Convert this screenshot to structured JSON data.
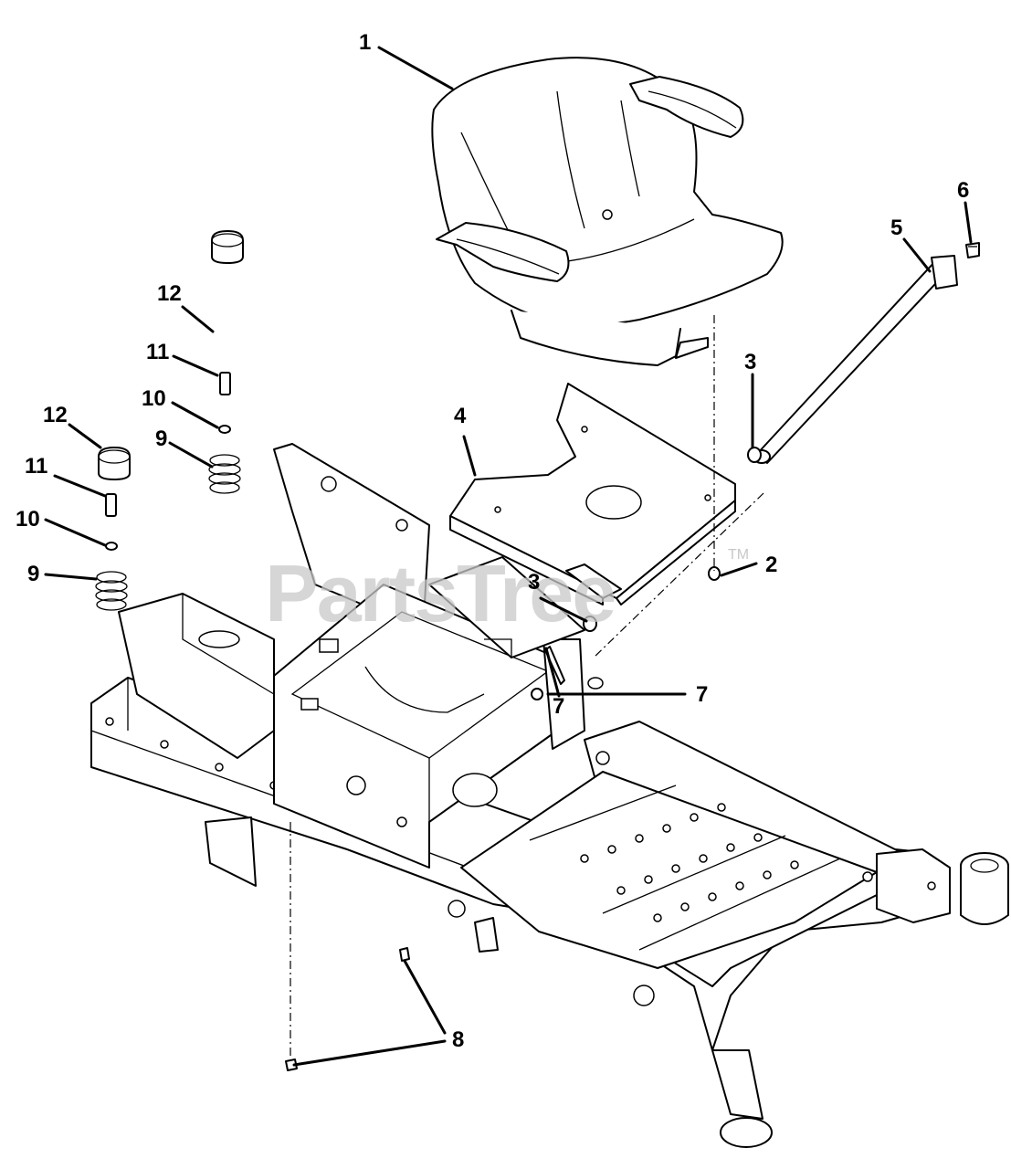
{
  "watermark": {
    "text": "PartsTree",
    "trademark": "TM"
  },
  "callouts": [
    {
      "id": "c1",
      "label": "1"
    },
    {
      "id": "c2",
      "label": "2"
    },
    {
      "id": "c3a",
      "label": "3"
    },
    {
      "id": "c3b",
      "label": "3"
    },
    {
      "id": "c4",
      "label": "4"
    },
    {
      "id": "c5",
      "label": "5"
    },
    {
      "id": "c6",
      "label": "6"
    },
    {
      "id": "c7a",
      "label": "7"
    },
    {
      "id": "c7b",
      "label": "7"
    },
    {
      "id": "c8",
      "label": "8"
    },
    {
      "id": "c9a",
      "label": "9"
    },
    {
      "id": "c9b",
      "label": "9"
    },
    {
      "id": "c10a",
      "label": "10"
    },
    {
      "id": "c10b",
      "label": "10"
    },
    {
      "id": "c11a",
      "label": "11"
    },
    {
      "id": "c11b",
      "label": "11"
    },
    {
      "id": "c12a",
      "label": "12"
    },
    {
      "id": "c12b",
      "label": "12"
    }
  ]
}
